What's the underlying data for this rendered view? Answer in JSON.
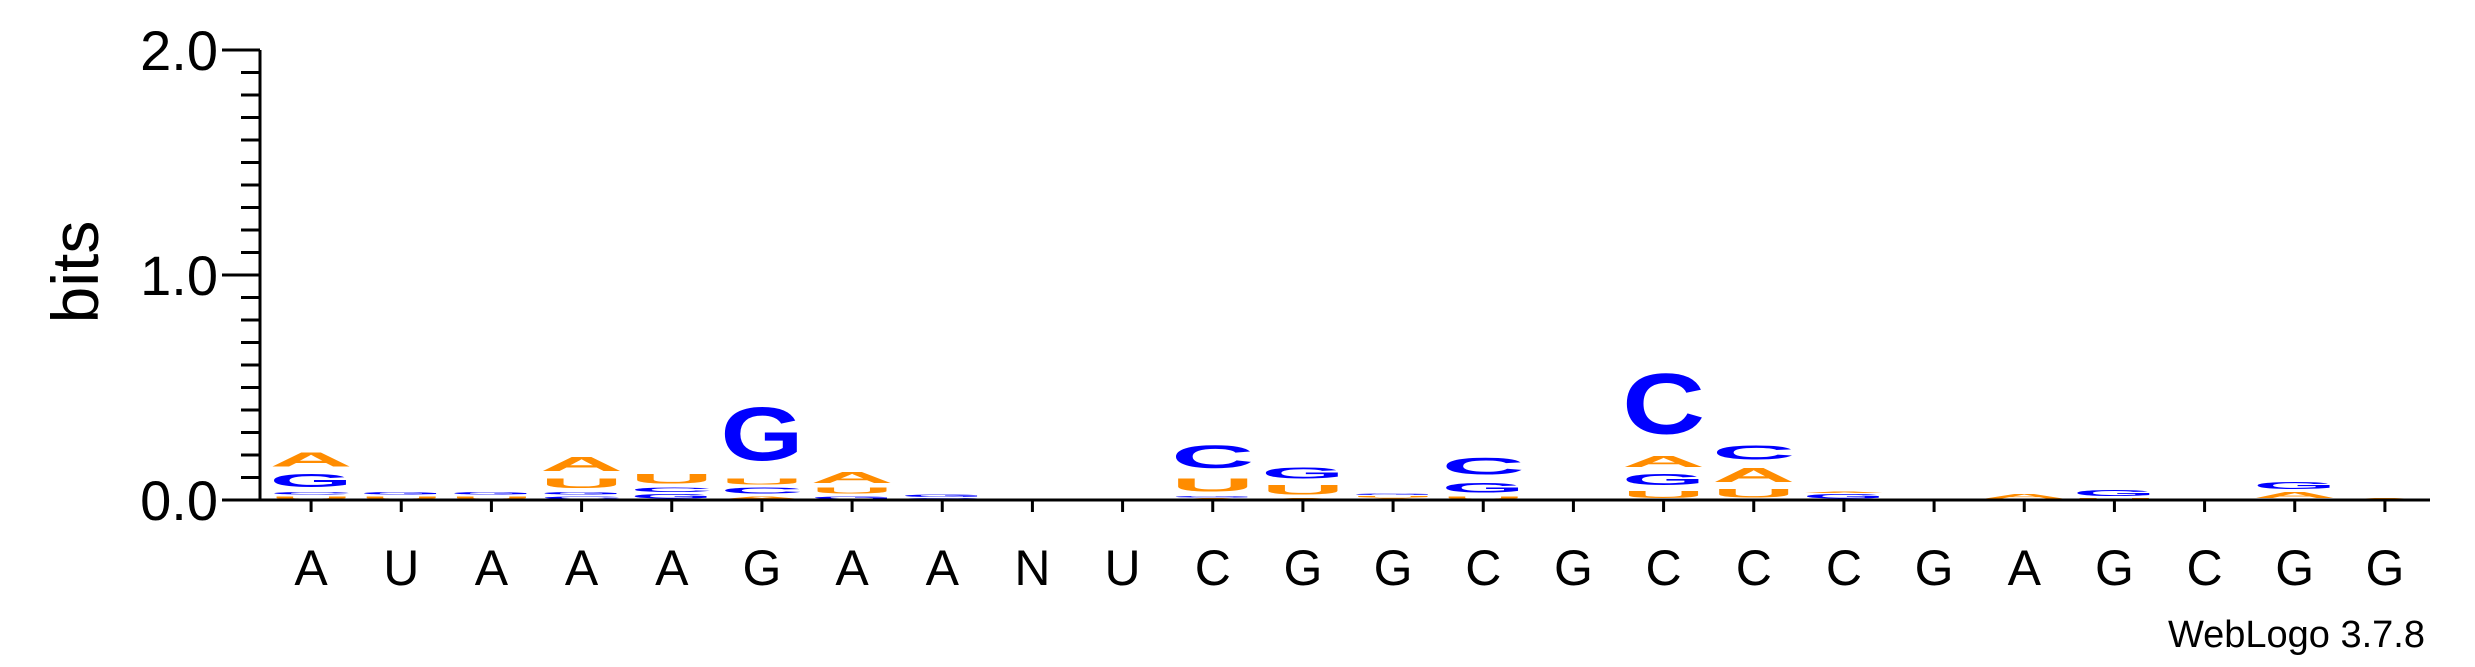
{
  "chart_data": {
    "type": "sequence-logo",
    "ylabel": "bits",
    "ylim": [
      0,
      2.0
    ],
    "y_ticks": [
      {
        "value": 0.0,
        "label": "0.0"
      },
      {
        "value": 1.0,
        "label": "1.0"
      },
      {
        "value": 2.0,
        "label": "2.0"
      }
    ],
    "y_minor_step": 0.1,
    "x_labels": [
      "A",
      "U",
      "A",
      "A",
      "A",
      "G",
      "A",
      "A",
      "N",
      "U",
      "C",
      "G",
      "G",
      "C",
      "G",
      "C",
      "C",
      "C",
      "G",
      "A",
      "G",
      "C",
      "G",
      "G"
    ],
    "colors": {
      "A": "#ff8c00",
      "U": "#ff8c00",
      "G": "#0000ff",
      "C": "#0000ff"
    },
    "positions": [
      {
        "stack": [
          {
            "letter": "U",
            "height": 0.02
          },
          {
            "letter": "C",
            "height": 0.02
          },
          {
            "letter": "G",
            "height": 0.09
          },
          {
            "letter": "A",
            "height": 0.1
          }
        ]
      },
      {
        "stack": [
          {
            "letter": "U",
            "height": 0.02
          },
          {
            "letter": "G",
            "height": 0.02
          }
        ]
      },
      {
        "stack": [
          {
            "letter": "U",
            "height": 0.02
          },
          {
            "letter": "G",
            "height": 0.02
          }
        ]
      },
      {
        "stack": [
          {
            "letter": "C",
            "height": 0.02
          },
          {
            "letter": "G",
            "height": 0.02
          },
          {
            "letter": "U",
            "height": 0.07
          },
          {
            "letter": "A",
            "height": 0.1
          }
        ]
      },
      {
        "stack": [
          {
            "letter": "G",
            "height": 0.03
          },
          {
            "letter": "C",
            "height": 0.03
          },
          {
            "letter": "U",
            "height": 0.07
          }
        ]
      },
      {
        "stack": [
          {
            "letter": "A",
            "height": 0.02
          },
          {
            "letter": "C",
            "height": 0.04
          },
          {
            "letter": "U",
            "height": 0.04
          },
          {
            "letter": "G",
            "height": 0.38
          }
        ]
      },
      {
        "stack": [
          {
            "letter": "G",
            "height": 0.02
          },
          {
            "letter": "U",
            "height": 0.04
          },
          {
            "letter": "A",
            "height": 0.08
          }
        ]
      },
      {
        "stack": [
          {
            "letter": "C",
            "height": 0.01
          },
          {
            "letter": "G",
            "height": 0.02
          }
        ]
      },
      {
        "stack": []
      },
      {
        "stack": []
      },
      {
        "stack": [
          {
            "letter": "A",
            "height": 0.01
          },
          {
            "letter": "G",
            "height": 0.01
          },
          {
            "letter": "U",
            "height": 0.09
          },
          {
            "letter": "C",
            "height": 0.16
          }
        ]
      },
      {
        "stack": [
          {
            "letter": "A",
            "height": 0.01
          },
          {
            "letter": "U",
            "height": 0.07
          },
          {
            "letter": "G",
            "height": 0.08
          }
        ]
      },
      {
        "stack": [
          {
            "letter": "A",
            "height": 0.01
          },
          {
            "letter": "U",
            "height": 0.01
          },
          {
            "letter": "G",
            "height": 0.01
          }
        ]
      },
      {
        "stack": [
          {
            "letter": "U",
            "height": 0.02
          },
          {
            "letter": "G",
            "height": 0.07
          },
          {
            "letter": "C",
            "height": 0.12
          }
        ]
      },
      {
        "stack": []
      },
      {
        "stack": [
          {
            "letter": "U",
            "height": 0.05
          },
          {
            "letter": "G",
            "height": 0.08
          },
          {
            "letter": "A",
            "height": 0.08
          },
          {
            "letter": "C",
            "height": 0.43
          }
        ]
      },
      {
        "stack": [
          {
            "letter": "U",
            "height": 0.06
          },
          {
            "letter": "A",
            "height": 0.1
          },
          {
            "letter": "C",
            "height": 0.1
          }
        ]
      },
      {
        "stack": [
          {
            "letter": "G",
            "height": 0.03
          },
          {
            "letter": "A",
            "height": 0.01
          }
        ]
      },
      {
        "stack": []
      },
      {
        "stack": [
          {
            "letter": "A",
            "height": 0.03
          }
        ]
      },
      {
        "stack": [
          {
            "letter": "U",
            "height": 0.01
          },
          {
            "letter": "G",
            "height": 0.04
          }
        ]
      },
      {
        "stack": []
      },
      {
        "stack": [
          {
            "letter": "A",
            "height": 0.04
          },
          {
            "letter": "G",
            "height": 0.05
          }
        ]
      },
      {
        "stack": [
          {
            "letter": "A",
            "height": 0.01
          }
        ]
      }
    ]
  },
  "credit": "WebLogo 3.7.8"
}
